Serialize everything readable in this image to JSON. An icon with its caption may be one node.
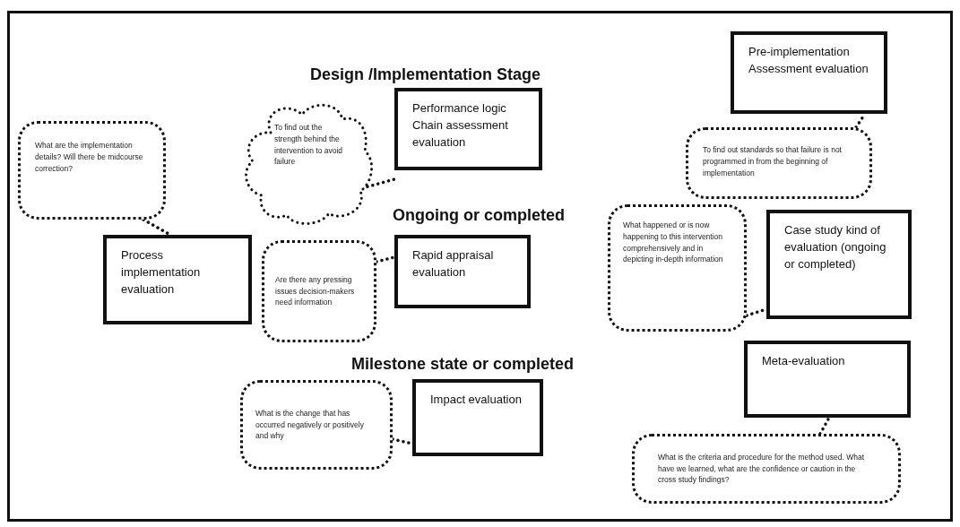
{
  "diagram": {
    "nodes": [
      {
        "text": [
          "Pre-implementation Assessment evaluation"
        ]
      },
      {
        "text": [
          "Performance logic Chain assessment evaluation"
        ]
      },
      {
        "text": [
          "To find out the strength behind the intervention to avoid failure"
        ]
      },
      {
        "text": [
          "What are the implementation details? Will there be midcourse correction?"
        ]
      },
      {
        "text": [
          "To find out standards so that failure is not programmed in from the beginning of implementation"
        ]
      },
      {
        "text": [
          "Process implementation evaluation"
        ]
      },
      {
        "text": [
          "Rapid appraisal evaluation"
        ]
      },
      {
        "text": [
          "Are there any pressing issues decision-makers need information"
        ]
      },
      {
        "text": [
          "What happened or is now happening to this intervention comprehensively and in depicting in-depth information"
        ]
      },
      {
        "text": [
          "Case study kind of evaluation (ongoing or completed)"
        ]
      },
      {
        "text": [
          "Meta-evaluation"
        ]
      },
      {
        "text": [
          "What is the change that has occurred negatively or positively and why"
        ]
      },
      {
        "text": [
          "Impact evaluation"
        ]
      },
      {
        "text": [
          "What is the criteria and procedure for the method used. What have we learned, what are the confidence or caution in the cross study findings?"
        ]
      }
    ],
    "edges": [
      {
        "from": 2,
        "to": 1,
        "arrow": "none",
        "style": "dashed"
      },
      {
        "from": 4,
        "to": 0,
        "arrow": "none",
        "style": "dashed"
      },
      {
        "from": 3,
        "to": 5,
        "arrow": "none",
        "style": "dashed"
      },
      {
        "from": 7,
        "to": 6,
        "arrow": "none",
        "style": "dashed"
      },
      {
        "from": 8,
        "to": 9,
        "arrow": "none",
        "style": "dashed"
      },
      {
        "from": 11,
        "to": 12,
        "arrow": "none",
        "style": "dashed"
      },
      {
        "from": 13,
        "to": 10,
        "arrow": "none",
        "style": "dashed"
      }
    ],
    "labels": [
      "Design /Implementation Stage",
      "Ongoing or completed",
      "Milestone state or completed"
    ]
  }
}
